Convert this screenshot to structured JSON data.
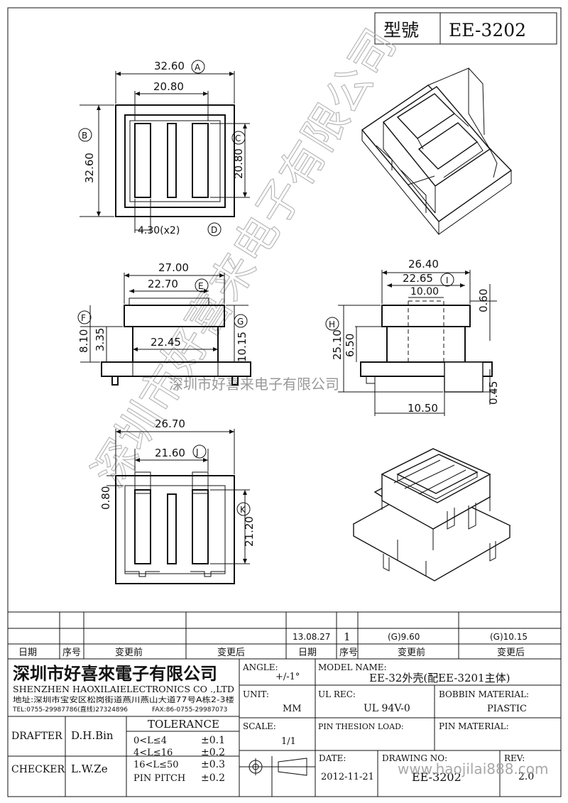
{
  "model_header": {
    "label": "型號",
    "value": "EE-3202"
  },
  "dims": {
    "A": "32.60",
    "A_mark": "A",
    "B": "32.60",
    "B_mark": "B",
    "C": "20.80",
    "C_mark": "C",
    "top_inner_w": "20.80",
    "D": "4.30(x2)",
    "D_mark": "D",
    "side_w": "27.00",
    "E": "22.70",
    "E_mark": "E",
    "F": "8.10",
    "F_mark": "F",
    "side_h2": "3.35",
    "side_w3": "22.45",
    "G": "10.15",
    "G_mark": "G",
    "r_w": "26.40",
    "I": "22.65",
    "I_mark": "I",
    "r_w3": "10.00",
    "r_h": "0.60",
    "H": "25.10",
    "H_mark": "H",
    "r_h2": "6.50",
    "r_h3": "0.45",
    "r_w4": "10.50",
    "b_w": "26.70",
    "J": "21.60",
    "J_mark": "J",
    "b_h": "0.80",
    "K": "21.20",
    "K_mark": "K"
  },
  "watermark": {
    "vertical": "深圳市好喜来电子有限公司",
    "horizontal": "深圳市好喜来电子有限公司"
  },
  "revision_table": {
    "row1": {
      "date": "13.08.27",
      "no": "1",
      "before": "(G)9.60",
      "after": "(G)10.15"
    },
    "headers": {
      "date": "日期",
      "no": "序号",
      "before": "变更前",
      "after": "变更后"
    }
  },
  "company": {
    "cn": "深圳市好喜來電子有限公司",
    "en": "SHENZHEN HAOXILAIELECTRONICS CO .,LTD",
    "address": "地址:深圳市宝安区松岗街道燕川燕山大道77号A栋2-3楼",
    "tel": "TEL:0755-29987786(直线)27324896",
    "fax": "FAX:86-0755-29987073"
  },
  "title_block": {
    "angle_label": "ANGLE:",
    "angle_value": "+/-1°",
    "model_label": "MODEL NAME:",
    "model_value": "EE-32外壳(配EE-3201主体)",
    "unit_label": "UNIT:",
    "unit_value": "MM",
    "ulrec_label": "UL REC:",
    "ulrec_value": "UL 94V-0",
    "bobbin_label": "BOBBIN MATERIAL:",
    "bobbin_value": "PIASTIC",
    "drafter_label": "DRAFTER",
    "drafter_value": "D.H.Bin",
    "tolerance_label": "TOLERANCE",
    "tol1_range": "0<L≤4",
    "tol1_value": "±0.1",
    "tol2_range": "4<L≤16",
    "tol2_value": "±0.2",
    "tol3_range": "16<L≤50",
    "tol3_value": "±0.3",
    "tol4_range": "PIN PITCH",
    "tol4_value": "±0.2",
    "scale_label": "SCALE:",
    "scale_value": "1/1",
    "pin_tension_label": "PIN THESION LOAD:",
    "pin_material_label": "PIN MATERIAL:",
    "checker_label": "CHECKER",
    "checker_value": "L.W.Ze",
    "date_label": "DATE:",
    "date_value": "2012-11-21",
    "drawing_label": "DRAWING NO:",
    "drawing_value": "EE-3202",
    "rev_label": "REV:",
    "rev_value": "2.0",
    "footer_watermark": "www.haojilai888.com"
  }
}
